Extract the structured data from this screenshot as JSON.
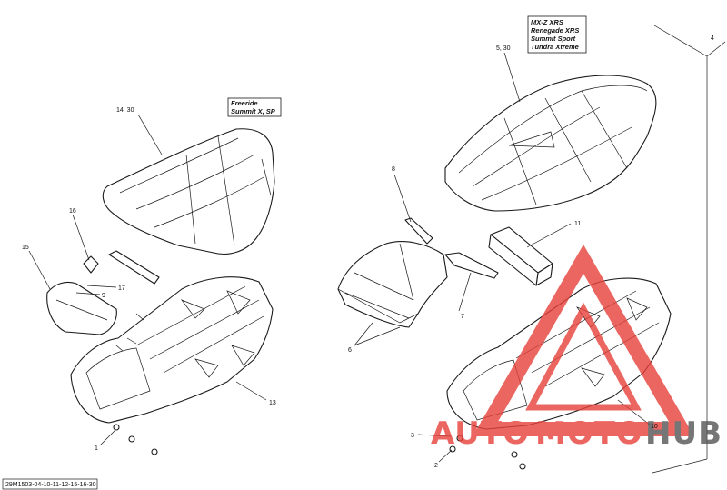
{
  "diagram": {
    "captions": {
      "freeride": [
        "Freeride",
        "Summit X, SP"
      ],
      "mxz": [
        "MX-Z XRS",
        "Renegade XRS",
        "Summit Sport",
        "Tundra Xtreme"
      ]
    },
    "callouts": {
      "c14_30": "14, 30",
      "c5_30": "5, 30",
      "c4": "4",
      "c8": "8",
      "c11": "11",
      "c16": "16",
      "c15": "15",
      "c17": "17",
      "c9": "9",
      "c7": "7",
      "c6": "6",
      "c13": "13",
      "c1": "1",
      "c3": "3",
      "c2": "2",
      "c10": "10"
    },
    "footer_code": "29M1503-04-10-11-12-15-16-30",
    "watermark": {
      "part1": "AUTO",
      "part2": "MOTO",
      "part3": "HUB",
      "color_red": "#e8413a",
      "color_gray": "#555555"
    }
  }
}
